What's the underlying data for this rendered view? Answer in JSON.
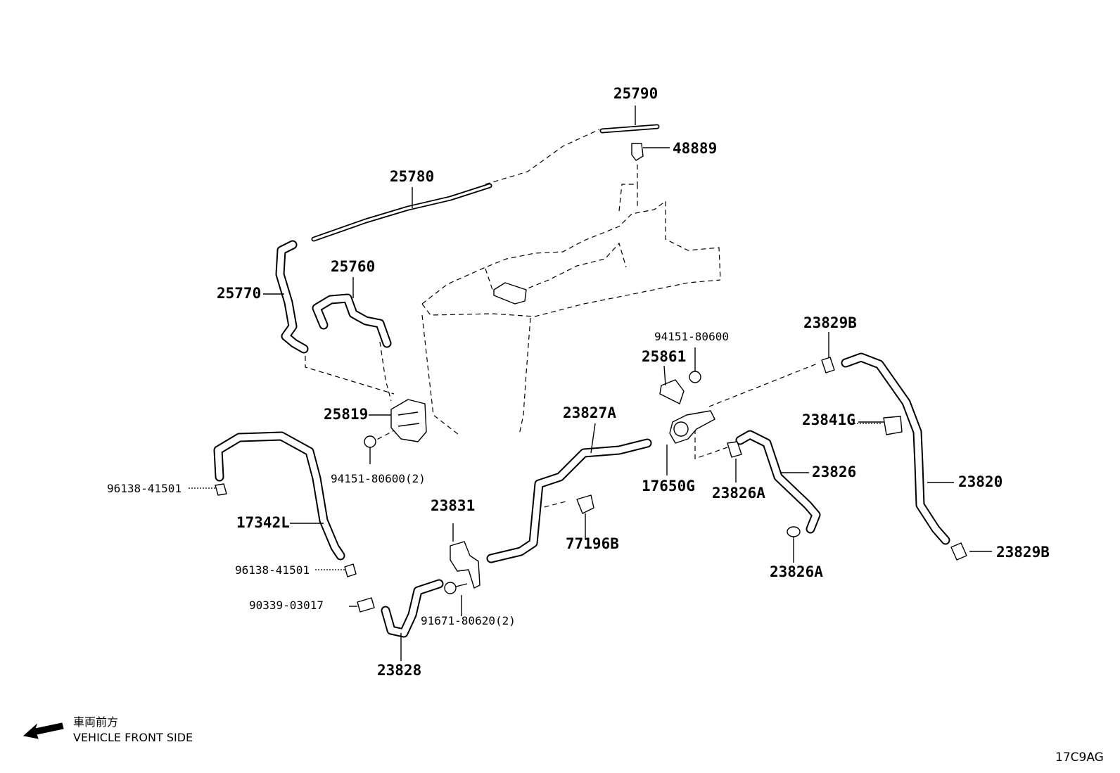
{
  "labels": {
    "p25790": "25790",
    "p48889": "48889",
    "p25780": "25780",
    "p25760": "25760",
    "p25770": "25770",
    "p25819": "25819",
    "p94151_2": "94151-80600(2)",
    "p94151": "94151-80600",
    "p25861": "25861",
    "p23829B_top": "23829B",
    "p23841G": "23841G",
    "p23827A": "23827A",
    "p17650G": "17650G",
    "p23826A_top": "23826A",
    "p23826": "23826",
    "p23820": "23820",
    "p23829B_bottom": "23829B",
    "p23826A_bottom": "23826A",
    "p96138_top": "96138-41501",
    "p17342L": "17342L",
    "p96138_bottom": "96138-41501",
    "p90339": "90339-03017",
    "p23831": "23831",
    "p91671": "91671-80620(2)",
    "p77196B": "77196B",
    "p23828": "23828"
  },
  "direction": {
    "japanese": "車両前方",
    "english": "VEHICLE FRONT SIDE",
    "arrow_icon": "left-down-arrow-icon"
  },
  "reference_code": "17C9AG"
}
